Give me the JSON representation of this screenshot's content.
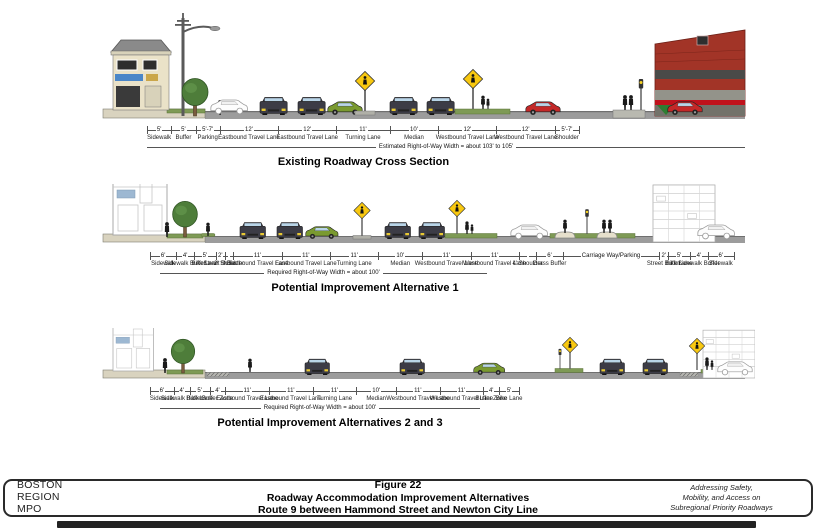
{
  "sections": [
    {
      "title": "Existing Roadway Cross Section",
      "row_note": "Estimated Right-of-Way Width = about 103' to 105'",
      "segments": [
        {
          "dim": "5'",
          "label": "Sidewalk"
        },
        {
          "dim": "5'",
          "label": "Buffer"
        },
        {
          "dim": "5'-7'",
          "label": "Parking"
        },
        {
          "dim": "12'",
          "label": "Eastbound Travel Lane"
        },
        {
          "dim": "12'",
          "label": "Eastbound Travel Lane"
        },
        {
          "dim": "11'",
          "label": "Turning Lane"
        },
        {
          "dim": "10'",
          "label": "Median"
        },
        {
          "dim": "12'",
          "label": "Westbound Travel Lane"
        },
        {
          "dim": "12'",
          "label": "Westbound Travel Lane"
        },
        {
          "dim": "5'-7'",
          "label": "Shoulder"
        }
      ]
    },
    {
      "title": "Potential Improvement Alternative 1",
      "row_note": "Required Right-of-Way Width = about 100'",
      "segments": [
        {
          "dim": "6'",
          "label": "Sidewalk"
        },
        {
          "dim": "4'",
          "label": "Sidewalk Buffer"
        },
        {
          "dim": "5'",
          "label": "Bike Lane"
        },
        {
          "dim": "2'",
          "label": "Street Buffer"
        },
        {
          "dim": "",
          "label": "2' Shoulder",
          "w": 2
        },
        {
          "dim": "11'",
          "label": "Eastbound Travel Lane"
        },
        {
          "dim": "11'",
          "label": "Eastbound Travel Lane"
        },
        {
          "dim": "11'",
          "label": "Turning Lane"
        },
        {
          "dim": "10'",
          "label": "Median"
        },
        {
          "dim": "11'",
          "label": "Westbound Travel Lane"
        },
        {
          "dim": "11'",
          "label": "Westbound Travel Lane"
        },
        {
          "dim": "",
          "label": "4' Shoulder",
          "w": 4
        },
        {
          "dim": "6'",
          "label": "Grass Buffer"
        },
        {
          "dim": "Carriage Way/Parking",
          "label": "",
          "w": 22
        },
        {
          "dim": "2'",
          "label": "Street Buffer"
        },
        {
          "dim": "5'",
          "label": "Bike Lane"
        },
        {
          "dim": "4'",
          "label": "Sidewalk Buffer"
        },
        {
          "dim": "6'",
          "label": "Sidewalk"
        }
      ]
    },
    {
      "title": "Potential Improvement Alternatives 2 and 3",
      "row_note": "Required Right-of-Way Width = about 100'",
      "segments": [
        {
          "dim": "6'",
          "label": "Sidewalk"
        },
        {
          "dim": "4'",
          "label": "Sidewalk Buffer"
        },
        {
          "dim": "5'",
          "label": "Bike Lane"
        },
        {
          "dim": "4'",
          "label": "Buffer Zone"
        },
        {
          "dim": "11'",
          "label": "Eastbound Travel Lane"
        },
        {
          "dim": "11'",
          "label": "Eastbound Travel Lane"
        },
        {
          "dim": "11'",
          "label": "Turning Lane"
        },
        {
          "dim": "10'",
          "label": "Median"
        },
        {
          "dim": "11'",
          "label": "Westbound Travel Lane"
        },
        {
          "dim": "11'",
          "label": "Westbound Travel Lane"
        },
        {
          "dim": "4'",
          "label": "Buffer Zone"
        },
        {
          "dim": "5'",
          "label": "Bike Lane"
        }
      ]
    }
  ],
  "footer": {
    "org_lines": [
      "BOSTON",
      "REGION",
      "MPO"
    ],
    "figure_label": "Figure 22",
    "title": "Roadway Accommodation Improvement Alternatives",
    "subtitle": "Route 9 between Hammond Street and Newton City Line",
    "tagline_lines": [
      "Addressing Safety,",
      "Mobility, and Access on",
      "Subregional Priority Roadways"
    ]
  },
  "palette": {
    "road_gray": "#9c9c9c",
    "grass_green": "#7e9a55",
    "sign_yellow": "#f8c810",
    "brick_red": "#a23427",
    "car_red": "#c42828",
    "car_green": "#7a9a30",
    "sidewalk_tan": "#d9d3bf"
  }
}
